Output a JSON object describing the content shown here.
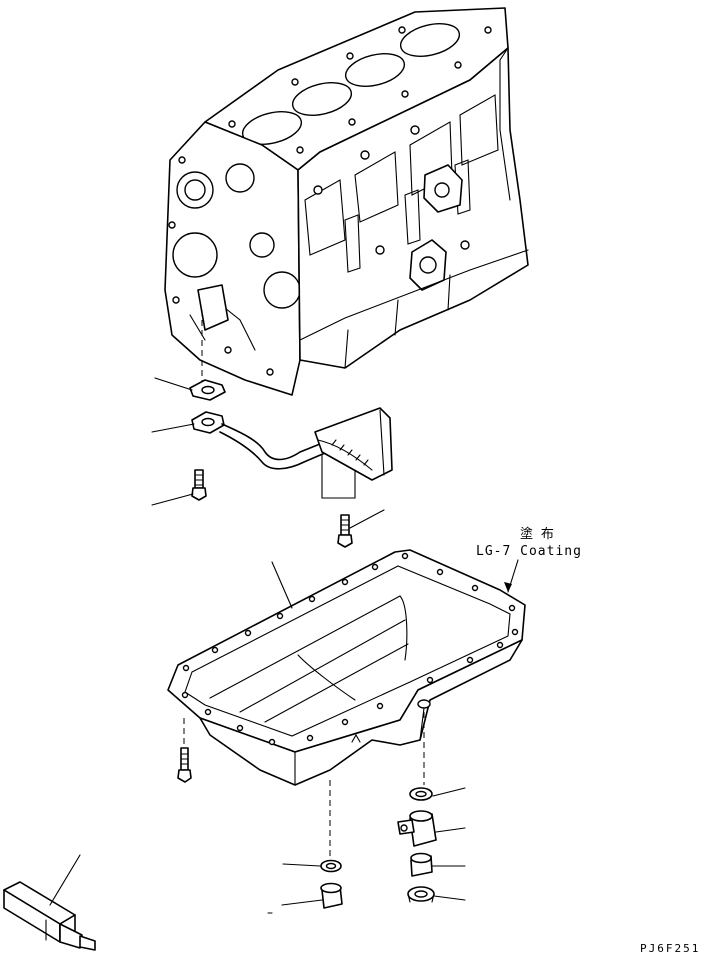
{
  "diagram": {
    "coating_note": {
      "cjk": "塗 布",
      "english": "LG-7 Coating"
    },
    "drawing_code": "PJ6F251",
    "parts": [
      "cylinder-block",
      "gasket",
      "suction-pipe",
      "bolt",
      "strainer-bolt",
      "oil-pan",
      "pan-bolt",
      "seal-washer",
      "drain-cock",
      "plug",
      "drain-plug",
      "washer",
      "drain-tool"
    ]
  }
}
